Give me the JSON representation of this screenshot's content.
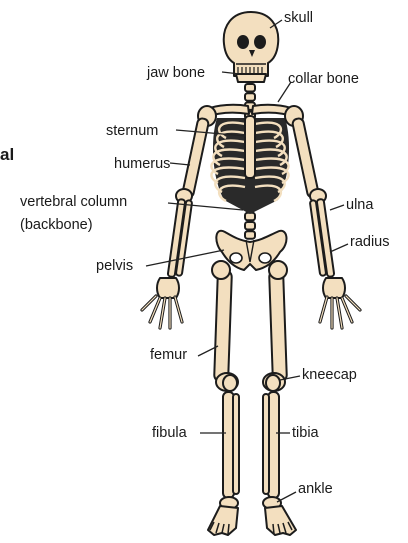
{
  "side_fragment": "al",
  "labels": {
    "skull": "skull",
    "jaw_bone": "jaw bone",
    "collar_bone": "collar bone",
    "sternum": "sternum",
    "humerus": "humerus",
    "vertebral_column": "vertebral column",
    "backbone": "(backbone)",
    "ulna": "ulna",
    "radius": "radius",
    "pelvis": "pelvis",
    "femur": "femur",
    "kneecap": "kneecap",
    "fibula": "fibula",
    "tibia": "tibia",
    "ankle": "ankle"
  },
  "colors": {
    "bone_fill": "#f3dfbf",
    "outline": "#1c1c1c",
    "text": "#1a1a1a"
  }
}
